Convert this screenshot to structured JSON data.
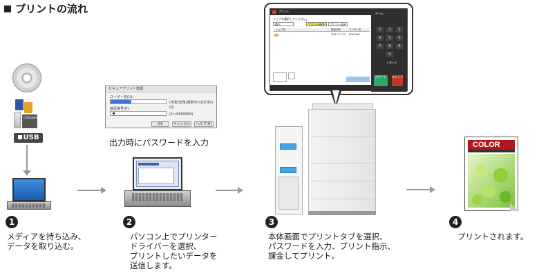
{
  "title": "プリントの流れ",
  "media": {
    "usb_label": "USB",
    "cf_label": "CompactFlash"
  },
  "dialog": {
    "title": "セキュアプリント詳細",
    "user_name_label": "ユーザー名(U):",
    "user_name_hint": "(半角/全角(英数字)16文字以内)",
    "password_label": "暗証番号(P):",
    "password_hint": "(1〜9999999)",
    "ok": "OK",
    "cancel": "キャンセル",
    "help": "ヘルプ(H)"
  },
  "dialog_caption": "出力時にパスワードを入力",
  "panel": {
    "header": "プリント",
    "prompt": "ジョブを選択してください。",
    "tab_print": "プリント待ち",
    "tab_printed": "プリント済み",
    "filter": "個人",
    "col_name": "ジョブ名",
    "col_date": "受信日時",
    "col_user": "ユーザー名",
    "job_date": "09/17 17:30",
    "job_user": "KOMONO",
    "start": "スタート",
    "stop": "ストップ",
    "reset": "リセット",
    "home": "ホーム"
  },
  "steps": [
    {
      "num": "1",
      "text": "メディアを持ち込み、\nデータを取り込む。"
    },
    {
      "num": "2",
      "text": "パソコン上でプリンター\nドライバーを選択、\nプリントしたいデータを\n送信します。"
    },
    {
      "num": "3",
      "text": "本体画面でプリントタブを選択、\nパスワードを入力、プリント指示、\n課金してプリント。"
    },
    {
      "num": "4",
      "text": "プリントされます。"
    }
  ],
  "output": {
    "doc_title": "COLOR"
  }
}
